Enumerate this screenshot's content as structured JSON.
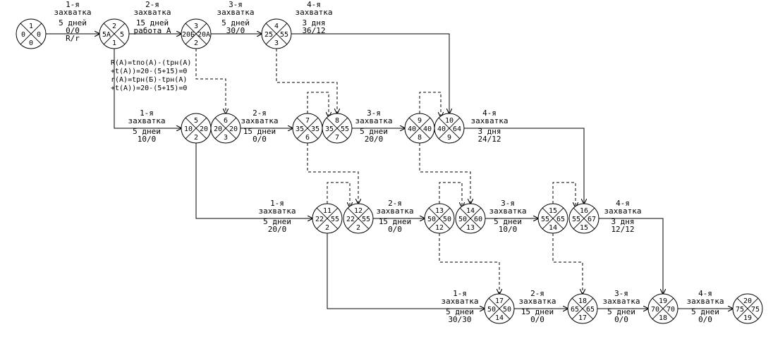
{
  "nodes": [
    {
      "id": "n1",
      "num": "1",
      "early": "0",
      "late": "0",
      "prev": "0"
    },
    {
      "id": "n2",
      "num": "2",
      "early": "5A",
      "late": "5",
      "prev": "1"
    },
    {
      "id": "n3",
      "num": "3",
      "early": "20Б",
      "late": "20A",
      "prev": "2"
    },
    {
      "id": "n4",
      "num": "4",
      "early": "25",
      "late": "55",
      "prev": "3"
    },
    {
      "id": "n5",
      "num": "5",
      "early": "10",
      "late": "20",
      "prev": "2"
    },
    {
      "id": "n6",
      "num": "6",
      "early": "20",
      "late": "20",
      "prev": "3"
    },
    {
      "id": "n7",
      "num": "7",
      "early": "35",
      "late": "35",
      "prev": "6"
    },
    {
      "id": "n8",
      "num": "8",
      "early": "35",
      "late": "55",
      "prev": "7"
    },
    {
      "id": "n9",
      "num": "9",
      "early": "40",
      "late": "40",
      "prev": "8"
    },
    {
      "id": "n10",
      "num": "10",
      "early": "40",
      "late": "64",
      "prev": "9"
    },
    {
      "id": "n11",
      "num": "11",
      "early": "22",
      "late": "55",
      "prev": "2"
    },
    {
      "id": "n12",
      "num": "12",
      "early": "22",
      "late": "55",
      "prev": "2"
    },
    {
      "id": "n13",
      "num": "13",
      "early": "50",
      "late": "50",
      "prev": "12"
    },
    {
      "id": "n14",
      "num": "14",
      "early": "50",
      "late": "60",
      "prev": "13"
    },
    {
      "id": "n15",
      "num": "15",
      "early": "55",
      "late": "65",
      "prev": "14"
    },
    {
      "id": "n16",
      "num": "16",
      "early": "55",
      "late": "67",
      "prev": "15"
    },
    {
      "id": "n17",
      "num": "17",
      "early": "50",
      "late": "50",
      "prev": "14"
    },
    {
      "id": "n18",
      "num": "18",
      "early": "65",
      "late": "65",
      "prev": "17"
    },
    {
      "id": "n19",
      "num": "19",
      "early": "70",
      "late": "70",
      "prev": "18"
    },
    {
      "id": "n20",
      "num": "20",
      "early": "75",
      "late": "75",
      "prev": "19"
    }
  ],
  "activities": [
    {
      "id": "a1",
      "lines": [
        "1-я",
        "захватка",
        "5 дней",
        "0/0",
        "R/r"
      ]
    },
    {
      "id": "a2",
      "lines": [
        "2-я",
        "захватка",
        "15 дней",
        "работа А"
      ]
    },
    {
      "id": "a3",
      "lines": [
        "3-я",
        "захватка",
        "5 дней",
        "30/0"
      ]
    },
    {
      "id": "a4",
      "lines": [
        "4-я",
        "захватка",
        "3 дня",
        "36/12"
      ]
    },
    {
      "id": "a5",
      "lines": [
        "1-я",
        "захватка",
        "5 дней",
        "10/0"
      ]
    },
    {
      "id": "a6",
      "lines": [
        "2-я",
        "захватка",
        "15 дней",
        "0/0"
      ]
    },
    {
      "id": "a7",
      "lines": [
        "3-я",
        "захватка",
        "5 дней",
        "20/0"
      ]
    },
    {
      "id": "a8",
      "lines": [
        "4-я",
        "захватка",
        "3 дня",
        "24/12"
      ]
    },
    {
      "id": "a9",
      "lines": [
        "1-я",
        "захватка",
        "5 дней",
        "20/0"
      ]
    },
    {
      "id": "a10",
      "lines": [
        "2-я",
        "захватка",
        "15 дней",
        "0/0"
      ]
    },
    {
      "id": "a11",
      "lines": [
        "3-я",
        "захватка",
        "5 дней",
        "10/0"
      ]
    },
    {
      "id": "a12",
      "lines": [
        "4-я",
        "захватка",
        "3 дня",
        "12/12"
      ]
    },
    {
      "id": "a13",
      "lines": [
        "1-я",
        "захватка",
        "5 дней",
        "30/30"
      ]
    },
    {
      "id": "a14",
      "lines": [
        "2-я",
        "захватка",
        "15 дней",
        "0/0"
      ]
    },
    {
      "id": "a15",
      "lines": [
        "3-я",
        "захватка",
        "5 дней",
        "0/0"
      ]
    },
    {
      "id": "a16",
      "lines": [
        "4-я",
        "захватка",
        "5 дней",
        "0/0"
      ]
    }
  ],
  "formulas": [
    "R(A)=tпо(A)-(tрн(A)",
    "+t(A))=20-(5+15)=0",
    "r(A)=tрн(Б)-tрн(A)",
    "+t(A))=20-(5+15)=0"
  ]
}
